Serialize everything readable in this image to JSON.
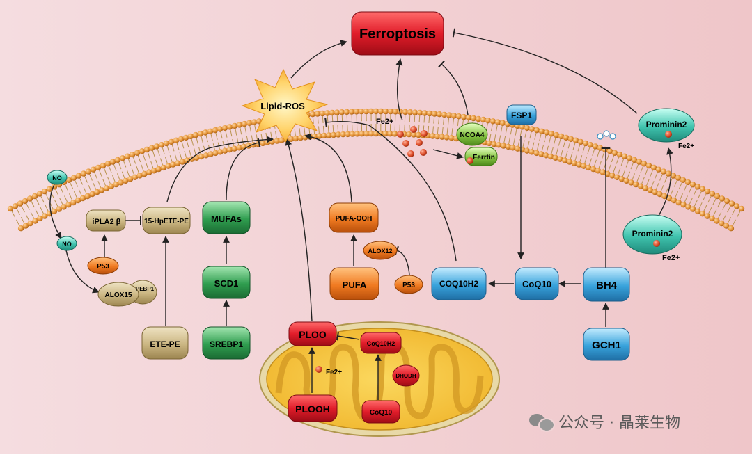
{
  "title": "Ferroptosis",
  "labels": {
    "lipid_ros": "Lipid-ROS",
    "fe2_membrane": "Fe2+",
    "ncoa4": "NCOA4",
    "ferritin": "Ferrtin",
    "fsp1": "FSP1",
    "prominin2_top": "Prominin2",
    "prominin2_top_fe": "Fe2+",
    "prominin2_bottom": "Prominin2",
    "prominin2_bottom_fe": "Fe2+",
    "no_top": "NO",
    "no_bottom": "NO",
    "ipla2": "iPLA2",
    "ipla2_beta": "β",
    "hpete": "15-HpETE-PE",
    "p53_left": "P53",
    "alox15": "ALOX15",
    "pebp1": "PEBP1",
    "ete_pe": "ETE-PE",
    "mufas": "MUFAs",
    "scd1": "SCD1",
    "srebp1": "SREBP1",
    "pufa_ooh": "PUFA-OOH",
    "alox12": "ALOX12",
    "p53_right": "P53",
    "pufa": "PUFA",
    "coq10h2": "COQ10H2",
    "coq10": "CoQ10",
    "bh4": "BH4",
    "gch1": "GCH1",
    "ploo": "PLOO",
    "plooh": "PLOOH",
    "fe2_mito": "Fe2+",
    "mito_coq10h2": "CoQ10H2",
    "mito_dhodh": "DHODH",
    "mito_coq10": "CoQ10"
  },
  "watermark": {
    "text": "公众号 · 晶莱生物",
    "icon": "wechat-icon"
  },
  "colors": {
    "background_left": "#f4d9dc",
    "background_right": "#efc9cb",
    "red_node": "#d41f2a",
    "tan_node": "#c8b27e",
    "green_node": "#2e9a4e",
    "orange_node": "#ef7a22",
    "blue_node": "#3aa1d8",
    "teal_node": "#3cbfae",
    "lime_node": "#86c443",
    "membrane_head": "#e0963a",
    "mito_fill": "#f4c64a"
  }
}
